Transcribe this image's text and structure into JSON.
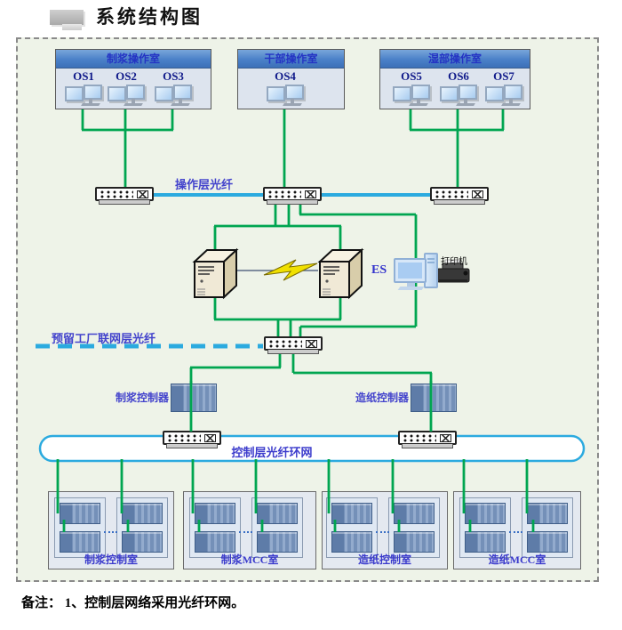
{
  "header": {
    "title": "系统结构图"
  },
  "top_rooms": [
    {
      "label": "制浆操作室",
      "stations": [
        {
          "name": "OS1"
        },
        {
          "name": "OS2"
        },
        {
          "name": "OS3"
        }
      ]
    },
    {
      "label": "干部操作室",
      "stations": [
        {
          "name": "OS4"
        }
      ]
    },
    {
      "label": "湿部操作室",
      "stations": [
        {
          "name": "OS5"
        },
        {
          "name": "OS6"
        },
        {
          "name": "OS7"
        }
      ]
    }
  ],
  "network_labels": {
    "operation_layer": "操作层光纤",
    "reserved_factory": "预留工厂联网层光纤",
    "control_ring": "控制层光纤环网"
  },
  "devices": {
    "pulp_controller": "制浆控制器",
    "paper_controller": "造纸控制器",
    "engineer_station": "ES",
    "printer": "打印机"
  },
  "bottom_rooms": [
    {
      "label": "制浆控制室"
    },
    {
      "label": "制浆MCC室"
    },
    {
      "label": "造纸控制室"
    },
    {
      "label": "造纸MCC室"
    }
  ],
  "footnote": {
    "prefix": "备注：",
    "text": "1、控制层网络采用光纤环网。"
  },
  "colors": {
    "wire_green": "#00a550",
    "fiber_blue": "#2baadf",
    "label_blue": "#4343cc",
    "room_header_blue": "#4a80c8",
    "background_tint": "#eef3e8"
  }
}
